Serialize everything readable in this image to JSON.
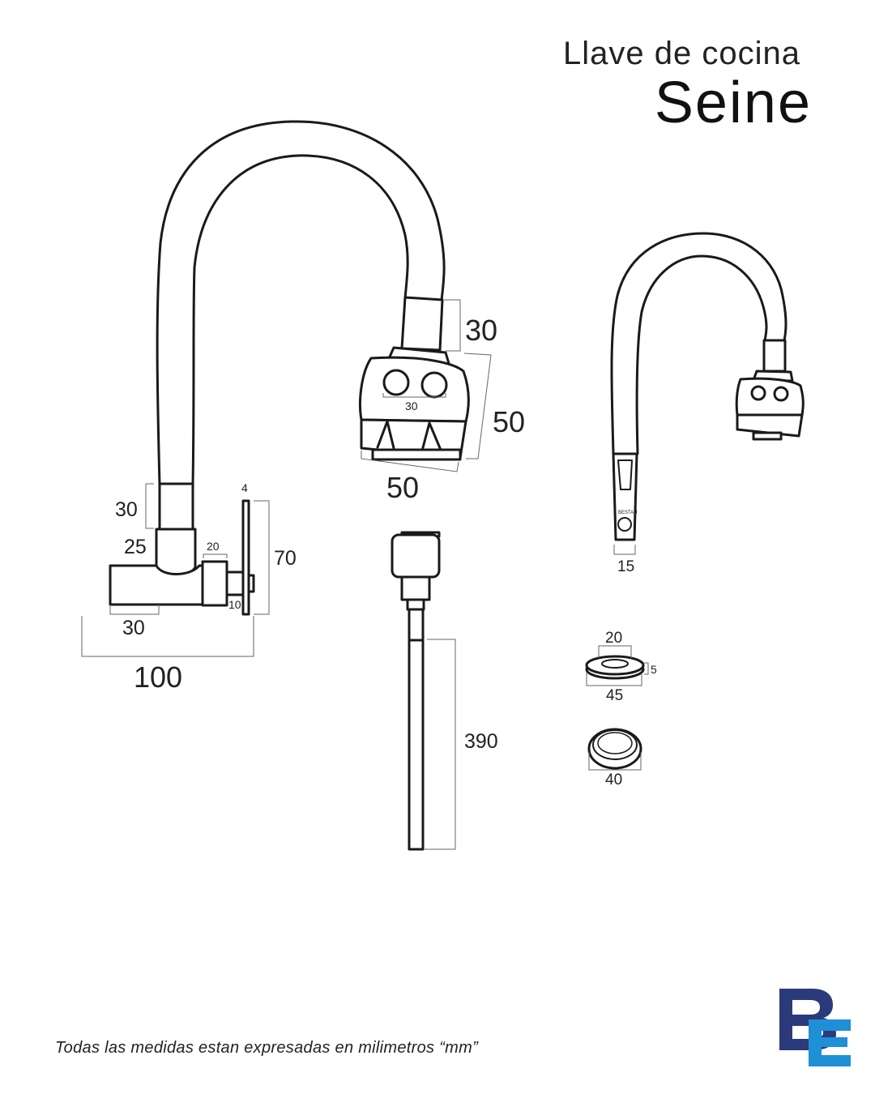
{
  "header": {
    "subtitle": "Llave de cocina",
    "title": "Seine"
  },
  "footnote": "Todas las medidas estan expresadas en milimetros “mm”",
  "dimensions": {
    "side_spout_30": "30",
    "side_body_25": "25",
    "side_nut_20": "20",
    "side_plate_4": "4",
    "side_plate_70": "70",
    "side_nut_10": "10",
    "side_body_30": "30",
    "side_total_100": "100",
    "head_neck_30": "30",
    "head_height_50": "50",
    "head_width_50": "50",
    "head_buttons_30": "30",
    "hose_390": "390",
    "front_handle_15": "15",
    "ring_inner_20": "20",
    "ring_thickness_5": "5",
    "ring_outer_45": "45",
    "washer_40": "40"
  },
  "brand": {
    "handle_mark": "BESTAU",
    "logo_letters": "BE",
    "logo_color_dark": "#2b3a7a",
    "logo_color_light": "#1f8fd6"
  }
}
